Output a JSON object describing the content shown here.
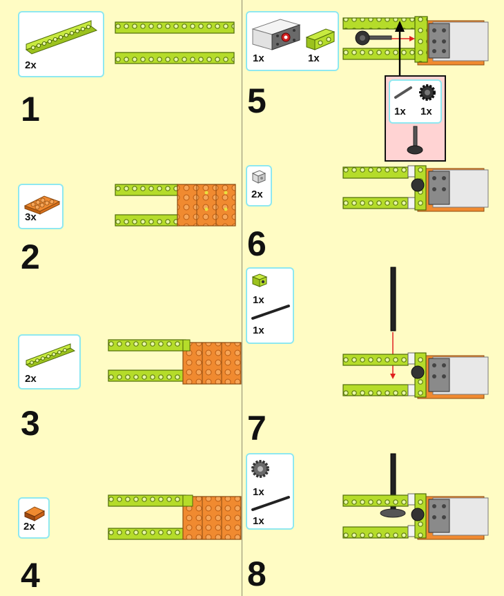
{
  "steps": [
    {
      "number": "1",
      "parts": [
        {
          "qty": "2x",
          "icon": "lime-beam-13-icon"
        }
      ]
    },
    {
      "number": "2",
      "parts": [
        {
          "qty": "3x",
          "icon": "orange-plate-2x4-icon"
        }
      ]
    },
    {
      "number": "3",
      "parts": [
        {
          "qty": "2x",
          "icon": "lime-beam-9-icon"
        }
      ]
    },
    {
      "number": "4",
      "parts": [
        {
          "qty": "2x",
          "icon": "orange-slope-brick-icon"
        }
      ]
    },
    {
      "number": "5",
      "parts": [
        {
          "qty": "1x",
          "icon": "motor-icon"
        },
        {
          "qty": "1x",
          "icon": "lime-beam-2-icon"
        }
      ],
      "subassembly": {
        "parts": [
          {
            "qty": "1x",
            "icon": "axle-icon"
          },
          {
            "qty": "1x",
            "icon": "gear-icon"
          }
        ]
      }
    },
    {
      "number": "6",
      "parts": [
        {
          "qty": "2x",
          "icon": "white-brick-icon"
        }
      ]
    },
    {
      "number": "7",
      "parts": [
        {
          "qty": "1x",
          "icon": "lime-brick-1x2-icon"
        },
        {
          "qty": "1x",
          "icon": "black-axle-icon"
        }
      ]
    },
    {
      "number": "8",
      "parts": [
        {
          "qty": "1x",
          "icon": "grey-gear-icon"
        },
        {
          "qty": "1x",
          "icon": "black-axle-icon"
        }
      ]
    }
  ],
  "colors": {
    "background": "#fffcc4",
    "callout_border": "#8ee8f0",
    "lime": "#b5dc2a",
    "orange": "#f08a30",
    "subassembly_fill": "#ffd3d3",
    "arrow_red": "#e02020"
  }
}
